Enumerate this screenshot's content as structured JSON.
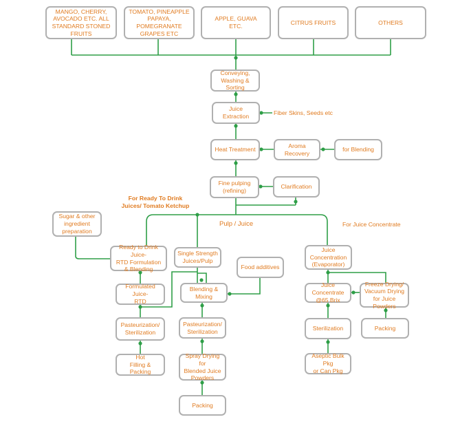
{
  "sources": {
    "mango": "MANGO, CHERRY,\nAVOCADO ETC. ALL\nSTANDARD STONED FRUITS",
    "tomato": "TOMATO, PINEAPPLE\nPAPAYA, POMEGRANATE\nGRAPES ETC",
    "apple": "APPLE, GUAVA\nETC.",
    "citrus": "CITRUS FRUITS",
    "others": "OTHERS"
  },
  "steps": {
    "conveying": "Conveying,\nWashing & Sorting",
    "juice_extraction": "Juice Extraction",
    "fiber": "Fiber Skins, Seeds etc",
    "heat_treatment": "Heat Treatment",
    "aroma_recovery": "Aroma Recovery",
    "for_blending": "for Blending",
    "fine_pulping": "Fine pulping\n(refining)",
    "clarification": "Clarification",
    "pulp_juice": "Pulp / Juice"
  },
  "branch_labels": {
    "ready_to_drink": "For Ready To Drink\nJuices/ Tomato Ketchup",
    "juice_concentrate": "For Juice Concentrate"
  },
  "rtd_branch": {
    "sugar": "Sugar & other\ningredient\npreparation",
    "rtd_formulation": "Ready to Drink Juice-\nRTD Formulation\n& Blending",
    "formulated_rtd": "Formulated Juice-\nRTD",
    "pasteurization": "Pasteurization/\nSterilization",
    "hot_filling": "Hot\nFilling & Packing"
  },
  "single_strength_branch": {
    "single_strength": "Single Strength\nJuices/Pulp",
    "food_additives": "Food additives",
    "blending_mixing": "Blending &\nMixing",
    "pasteurization": "Pasteurization/\nSterilization",
    "spray_drying": "Spray  Drying for\nBlended Juice\nPowders",
    "packing": "Packing"
  },
  "concentrate_branch": {
    "concentration": "Juice\nConcentration\n(Evaporator)",
    "concentrate_brix": "Juice Concentrate\n@65 Brix",
    "freeze_drying": "Freeze Drying/\nVacuum Drying\nfor Juice Powders",
    "sterilization": "Sterilization",
    "packing": "Packing",
    "aseptic": "Aseptic Bulk Pkg\nor Can Pkg"
  },
  "colors": {
    "text": "#e07b20",
    "connector": "#2e9e47",
    "box_border": "#b0b0b0"
  }
}
